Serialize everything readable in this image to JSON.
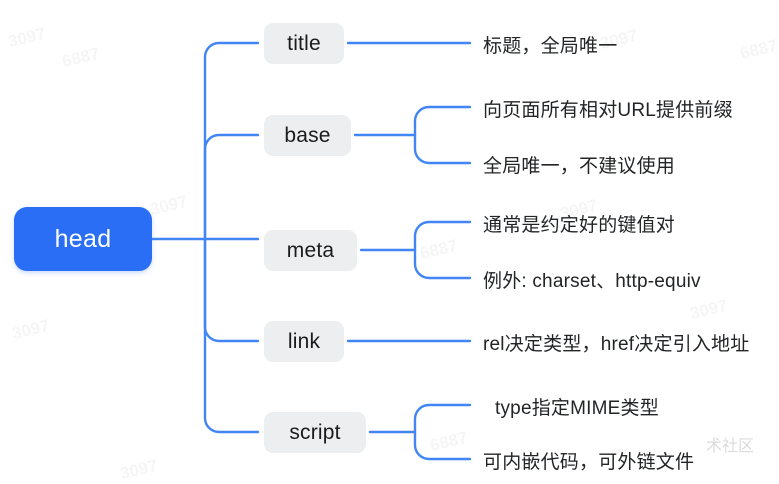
{
  "diagram": {
    "type": "mindmap",
    "root": {
      "label": "head",
      "color": "#2a6ef5",
      "text_color": "#ffffff"
    },
    "link_color": "#4285f4",
    "branch_bg": "#eceef0",
    "branches": [
      {
        "label": "title",
        "leaves": [
          {
            "text": "标题，全局唯一"
          }
        ]
      },
      {
        "label": "base",
        "leaves": [
          {
            "text": "向页面所有相对URL提供前缀"
          },
          {
            "text": "全局唯一，不建议使用"
          }
        ]
      },
      {
        "label": "meta",
        "leaves": [
          {
            "text": "通常是约定好的键值对"
          },
          {
            "text": "例外: charset、http-equiv"
          }
        ]
      },
      {
        "label": "link",
        "leaves": [
          {
            "text": "rel决定类型，href决定引入地址"
          }
        ]
      },
      {
        "label": "script",
        "leaves": [
          {
            "text": "type指定MIME类型"
          },
          {
            "text": "可内嵌代码，可外链文件"
          }
        ]
      }
    ]
  },
  "watermarks": [
    {
      "text": "3097"
    },
    {
      "text": "6887"
    },
    {
      "text": "术社区"
    }
  ]
}
